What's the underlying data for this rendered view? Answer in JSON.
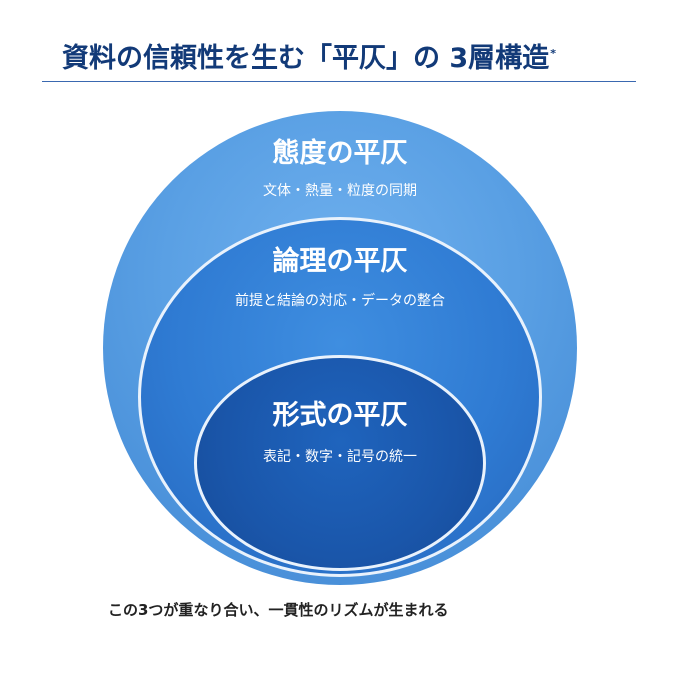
{
  "title": {
    "text": "資料の信頼性を生む「平仄」の 3層構造",
    "mark": "*"
  },
  "layers": {
    "outer": {
      "title": "態度の平仄",
      "description": "文体・熱量・粒度の同期"
    },
    "middle": {
      "title": "論理の平仄",
      "description": "前提と結論の対応・データの整合"
    },
    "inner": {
      "title": "形式の平仄",
      "description": "表記・数字・記号の統一"
    }
  },
  "caption": "この3つが重なり合い、一貫性のリズムが生まれる",
  "colors": {
    "title": "#123a78",
    "outer": "#5aa0e4",
    "middle": "#2f7bd3",
    "inner": "#1a56aa",
    "ring": "#e9f2fc"
  }
}
